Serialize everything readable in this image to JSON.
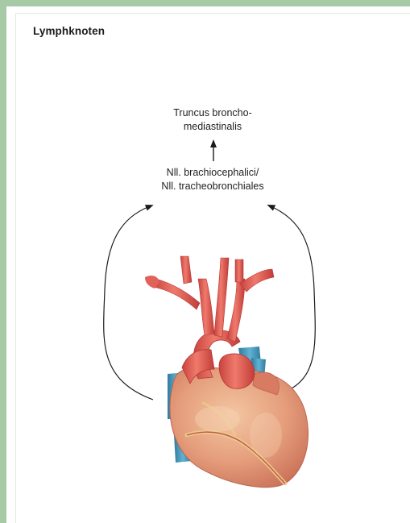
{
  "panel": {
    "title": "Lymphknoten"
  },
  "diagram": {
    "target": {
      "line1": "Truncus broncho-",
      "line2": "mediastinalis"
    },
    "nodes": {
      "line1": "Nll. brachiocephalici/",
      "line2": "Nll. tracheobronchiales"
    },
    "colors": {
      "frame": "#a8c9a6",
      "heart_muscle": "#e4a07e",
      "artery": "#d9534f",
      "vein": "#3f8fb3",
      "fat": "#e8cf8c"
    },
    "icons": [
      "arrow-up-icon",
      "curved-arrow-left-icon",
      "curved-arrow-right-icon",
      "heart-illustration"
    ]
  }
}
